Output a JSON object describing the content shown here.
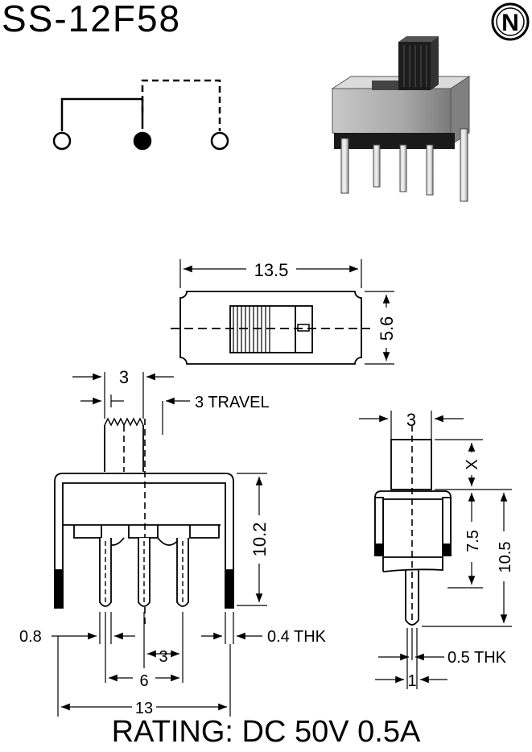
{
  "title": "SS-12F58",
  "logo_letter": "N",
  "rating": "RATING: DC 50V 0.5A",
  "dims": {
    "top_width": "13.5",
    "top_height": "5.6",
    "stem_width": "3",
    "travel": "3 TRAVEL",
    "body_height": "10.2",
    "pin_width": "0.8",
    "pin_thk": "0.4 THK",
    "pitch": "3",
    "pin_span": "6",
    "total_width": "13",
    "side_stem_width": "3",
    "side_x": "X",
    "side_7_5": "7.5",
    "side_10_5": "10.5",
    "side_thk": "0.5 THK",
    "side_pin": "1"
  }
}
